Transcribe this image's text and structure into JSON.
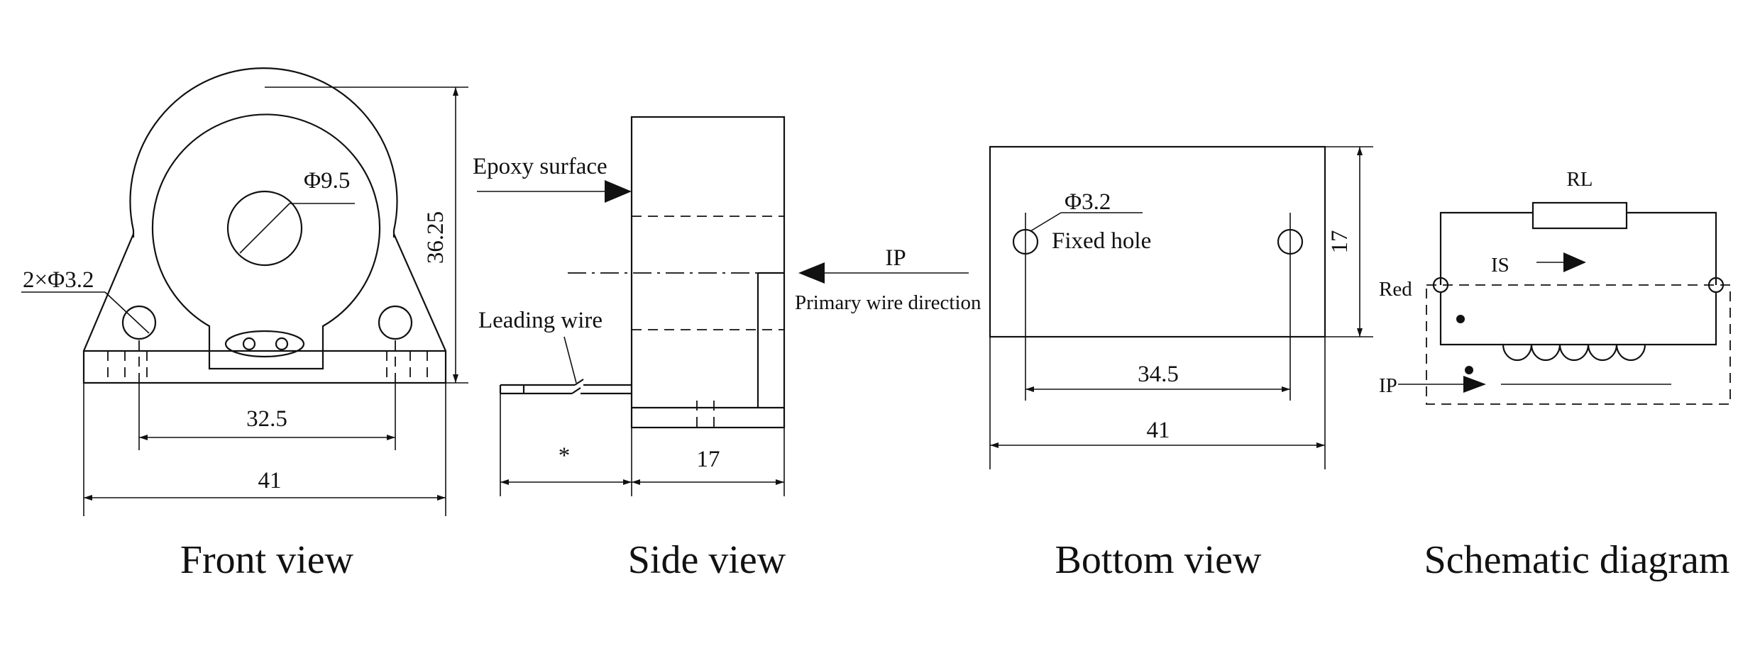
{
  "views": {
    "front": {
      "caption": "Front view",
      "dim_hole_center": "32.5",
      "dim_width": "41",
      "dim_height": "36.25",
      "dim_bore": "Φ9.5",
      "dim_mount_holes": "2×Φ3.2"
    },
    "side": {
      "caption": "Side view",
      "epoxy_label": "Epoxy surface",
      "ip_label": "IP",
      "primary_label": "Primary wire direction",
      "lead_label": "Leading wire",
      "dim_lead": "*",
      "dim_depth": "17"
    },
    "bottom": {
      "caption": "Bottom view",
      "dim_hole": "Φ3.2",
      "fixed_label": "Fixed hole",
      "dim_hole_spacing": "34.5",
      "dim_width": "41",
      "dim_height": "17"
    },
    "schematic": {
      "caption": "Schematic diagram",
      "rl_label": "RL",
      "is_label": "IS",
      "red_label": "Red",
      "ip_label": "IP"
    }
  }
}
